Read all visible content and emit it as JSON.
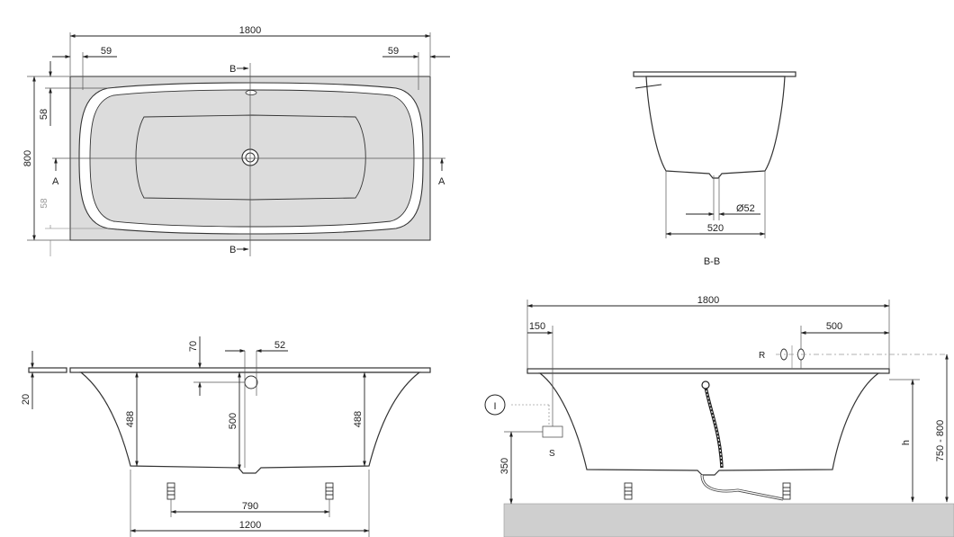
{
  "top_view": {
    "overall_length": "1800",
    "offset_left": "59",
    "offset_right": "59",
    "width": "800",
    "rim_top": "58",
    "rim_bottom": "58",
    "section_marker": "B",
    "section_side_marker": "A"
  },
  "section_bb": {
    "drain_diameter": "Ø52",
    "bottom_width": "520",
    "caption": "B-B"
  },
  "side_view_left": {
    "rim_thickness": "20",
    "overflow_offset": "70",
    "drain_offset": "52",
    "inner_depth_left": "488",
    "inner_depth_center": "500",
    "inner_depth_right": "488",
    "feet_spacing": "790",
    "base_length": "1200"
  },
  "side_view_right": {
    "overall_length": "1800",
    "offset_left": "150",
    "offset_right": "500",
    "valve_label": "R",
    "supply_label": "S",
    "callout": "I",
    "floor_height": "350",
    "installed_height": "h",
    "height_range": "750 - 800"
  }
}
